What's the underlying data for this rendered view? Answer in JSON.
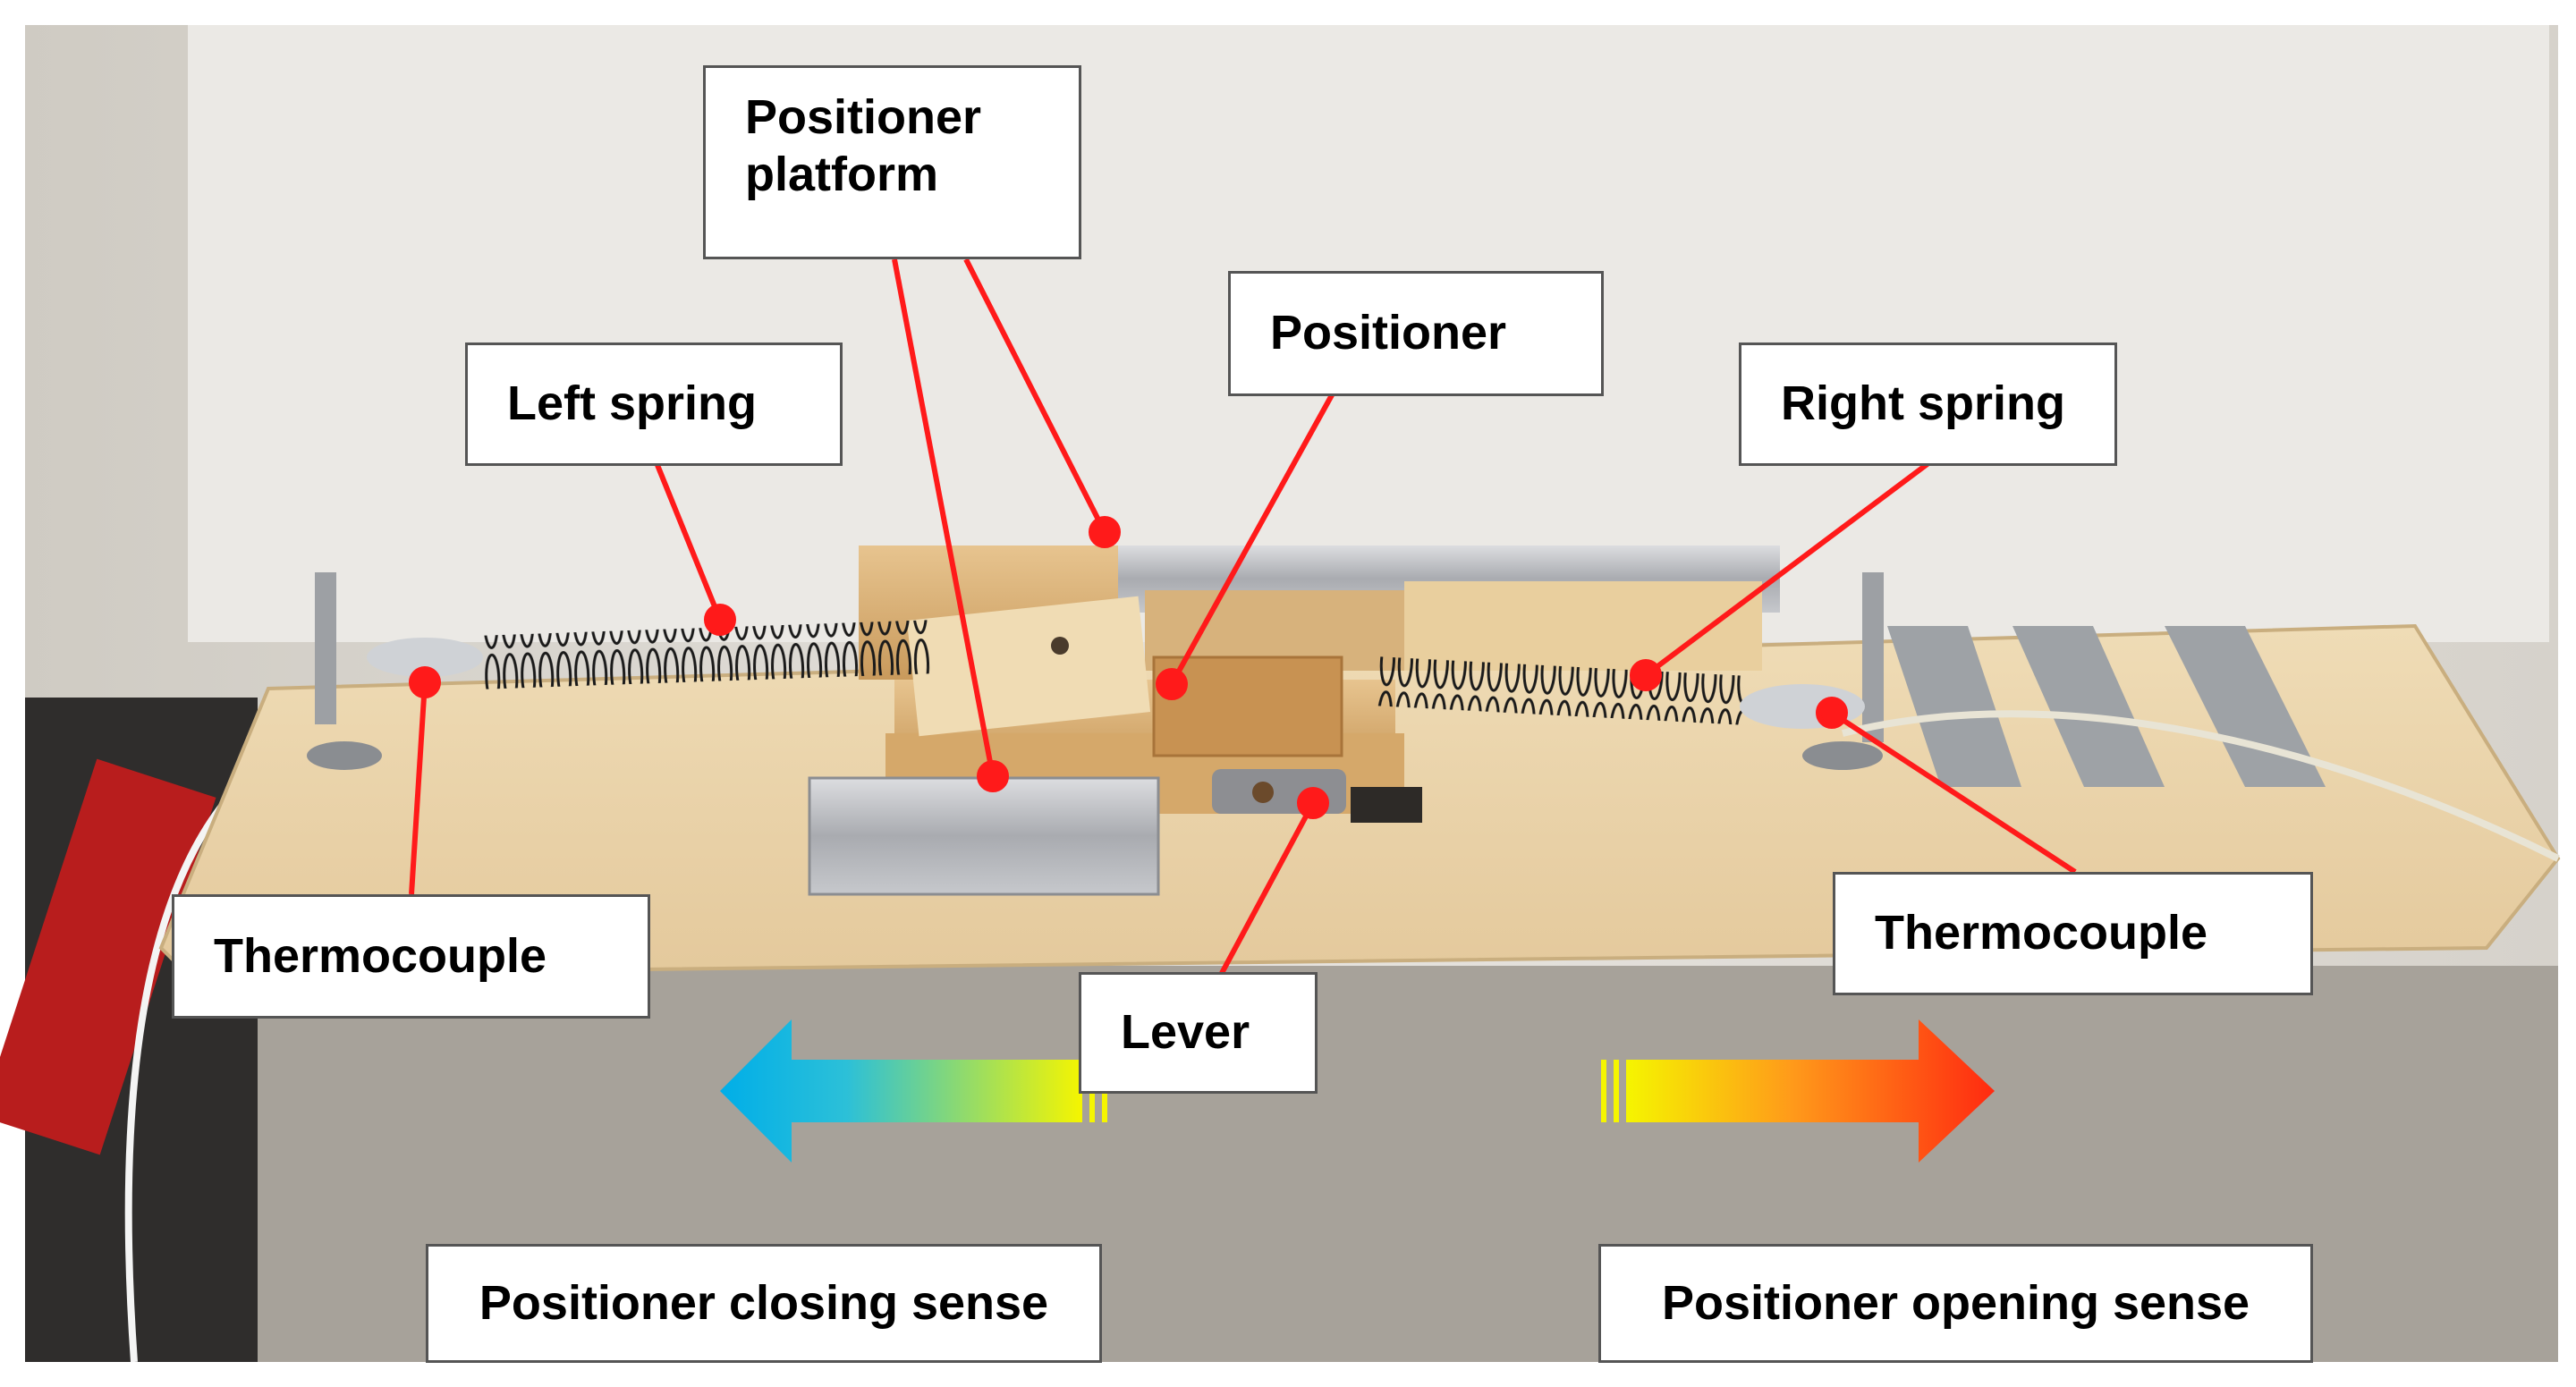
{
  "labels": {
    "positioner_platform": "Positioner platform",
    "positioner": "Positioner",
    "left_spring": "Left spring",
    "right_spring": "Right spring",
    "thermocouple_left": "Thermocouple",
    "thermocouple_right": "Thermocouple",
    "lever": "Lever",
    "closing_sense": "Positioner closing sense",
    "opening_sense": "Positioner opening sense"
  },
  "colors": {
    "leader_lines": "#ff1a1a",
    "closing_arrow": [
      "#00aee8",
      "#f5f500"
    ],
    "opening_arrow": [
      "#f5f500",
      "#ff2a10"
    ]
  }
}
